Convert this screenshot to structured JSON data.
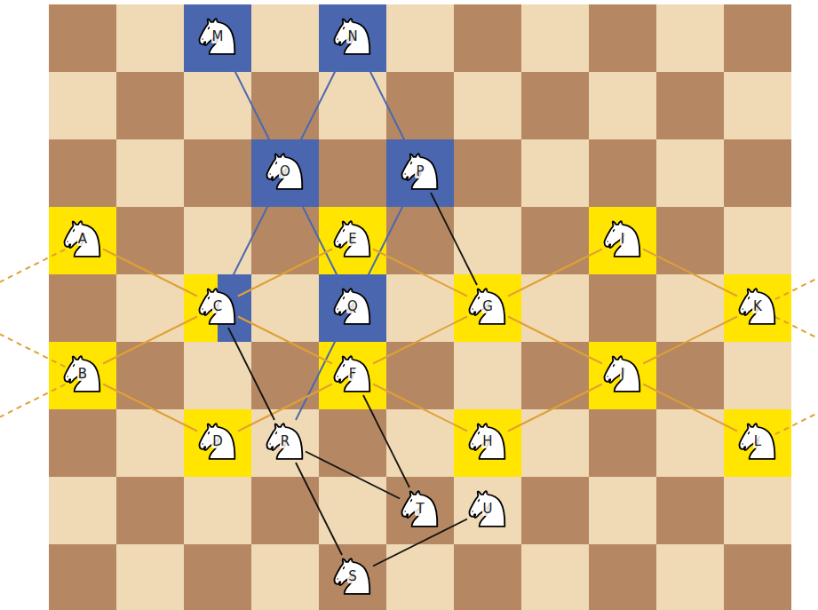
{
  "diagram": {
    "nodes": [
      {
        "text": [
          "M"
        ]
      },
      {
        "text": [
          "N"
        ]
      },
      {
        "text": [
          "O"
        ]
      },
      {
        "text": [
          "P"
        ]
      },
      {
        "text": [
          "A"
        ]
      },
      {
        "text": [
          "E"
        ]
      },
      {
        "text": [
          "I"
        ]
      },
      {
        "text": [
          "C"
        ]
      },
      {
        "text": [
          "Q"
        ]
      },
      {
        "text": [
          "G"
        ]
      },
      {
        "text": [
          "K"
        ]
      },
      {
        "text": [
          "B"
        ]
      },
      {
        "text": [
          "F"
        ]
      },
      {
        "text": [
          "J"
        ]
      },
      {
        "text": [
          "D"
        ]
      },
      {
        "text": [
          "R"
        ]
      },
      {
        "text": [
          "H"
        ]
      },
      {
        "text": [
          "L"
        ]
      },
      {
        "text": [
          "T"
        ]
      },
      {
        "text": [
          "U"
        ]
      },
      {
        "text": [
          "S"
        ]
      }
    ],
    "edges": [
      {
        "from": 0,
        "to": 2,
        "arrow": "none"
      },
      {
        "from": 1,
        "to": 2,
        "arrow": "none"
      },
      {
        "from": 1,
        "to": 3,
        "arrow": "none"
      },
      {
        "from": 2,
        "to": 7,
        "arrow": "none"
      },
      {
        "from": 2,
        "to": 8,
        "arrow": "none"
      },
      {
        "from": 3,
        "to": 8,
        "arrow": "none"
      },
      {
        "from": 8,
        "to": 15,
        "arrow": "none"
      },
      {
        "from": 4,
        "to": 7,
        "arrow": "none"
      },
      {
        "from": 11,
        "to": 7,
        "arrow": "none"
      },
      {
        "from": 11,
        "to": 14,
        "arrow": "none"
      },
      {
        "from": 7,
        "to": 5,
        "arrow": "none"
      },
      {
        "from": 7,
        "to": 12,
        "arrow": "none"
      },
      {
        "from": 14,
        "to": 12,
        "arrow": "none"
      },
      {
        "from": 5,
        "to": 9,
        "arrow": "none"
      },
      {
        "from": 12,
        "to": 9,
        "arrow": "none"
      },
      {
        "from": 12,
        "to": 16,
        "arrow": "none"
      },
      {
        "from": 9,
        "to": 6,
        "arrow": "none"
      },
      {
        "from": 9,
        "to": 13,
        "arrow": "none"
      },
      {
        "from": 16,
        "to": 13,
        "arrow": "none"
      },
      {
        "from": 6,
        "to": 10,
        "arrow": "none"
      },
      {
        "from": 13,
        "to": 10,
        "arrow": "none"
      },
      {
        "from": 13,
        "to": 17,
        "arrow": "none"
      },
      {
        "from": 3,
        "to": 9,
        "arrow": "none"
      },
      {
        "from": 7,
        "to": 15,
        "arrow": "none"
      },
      {
        "from": 12,
        "to": 18,
        "arrow": "none"
      },
      {
        "from": 15,
        "to": 18,
        "arrow": "none"
      },
      {
        "from": 15,
        "to": 20,
        "arrow": "none"
      },
      {
        "from": 20,
        "to": 19,
        "arrow": "none"
      }
    ]
  }
}
